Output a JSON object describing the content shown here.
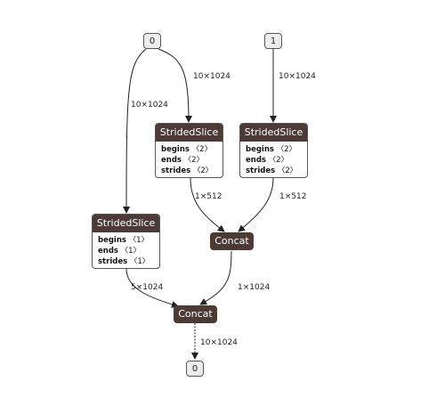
{
  "inputs": [
    {
      "label": "0"
    },
    {
      "label": "1"
    }
  ],
  "output": {
    "label": "0"
  },
  "nodes": [
    {
      "title": "StridedSlice",
      "attrs": [
        {
          "name": "begins",
          "value": "〈2〉"
        },
        {
          "name": "ends",
          "value": "〈2〉"
        },
        {
          "name": "strides",
          "value": "〈2〉"
        }
      ]
    },
    {
      "title": "StridedSlice",
      "attrs": [
        {
          "name": "begins",
          "value": "〈2〉"
        },
        {
          "name": "ends",
          "value": "〈2〉"
        },
        {
          "name": "strides",
          "value": "〈2〉"
        }
      ]
    },
    {
      "title": "StridedSlice",
      "attrs": [
        {
          "name": "begins",
          "value": "〈1〉"
        },
        {
          "name": "ends",
          "value": "〈1〉"
        },
        {
          "name": "strides",
          "value": "〈1〉"
        }
      ]
    }
  ],
  "concats": [
    {
      "title": "Concat"
    },
    {
      "title": "Concat"
    }
  ],
  "edges": {
    "in0_to_slice0": "10×1024",
    "in0_to_slice2": "10×1024",
    "in1_to_slice1": "10×1024",
    "slice0_to_concat0": "1×512",
    "slice1_to_concat0": "1×512",
    "concat0_to_concat1": "1×1024",
    "slice2_to_concat1": "5×1024",
    "concat1_to_out": "10×1024"
  }
}
